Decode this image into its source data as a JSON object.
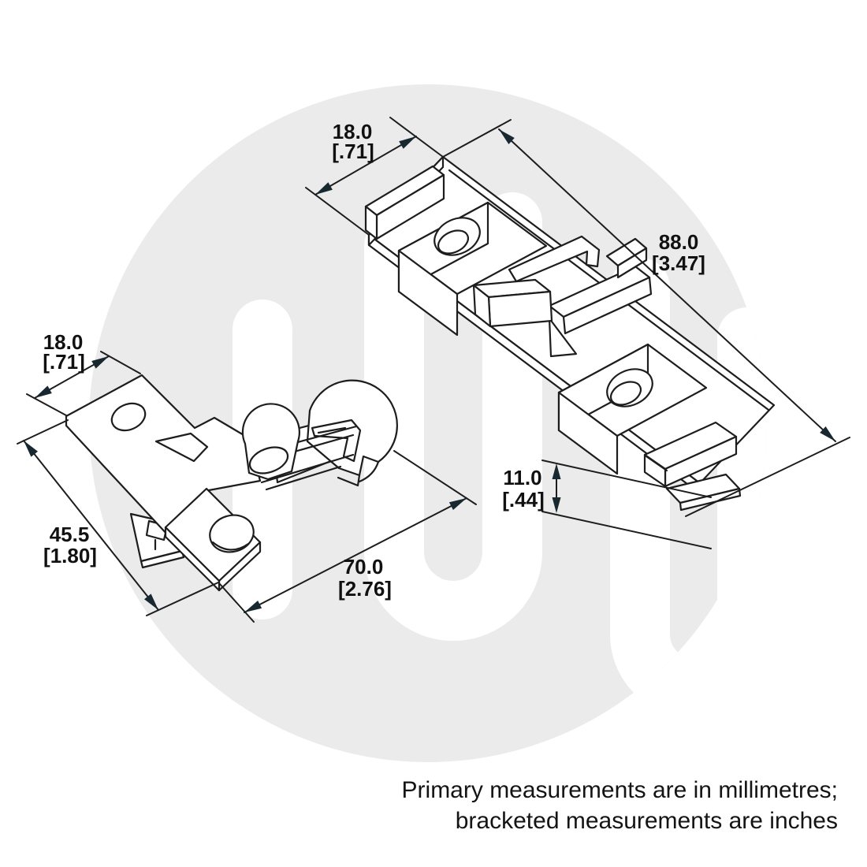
{
  "caption": {
    "line1": "Primary measurements are in millimetres;",
    "line2": "bracketed measurements are inches"
  },
  "dimensions": {
    "plate_width": {
      "mm": "18.0",
      "inch": "[.71]"
    },
    "plate_length": {
      "mm": "45.5",
      "inch": "[1.80]"
    },
    "plate_overall": {
      "mm": "70.0",
      "inch": "[2.76]"
    },
    "bracket_width": {
      "mm": "18.0",
      "inch": "[.71]"
    },
    "bracket_length": {
      "mm": "88.0",
      "inch": "[3.47]"
    },
    "bracket_height": {
      "mm": "11.0",
      "inch": "[.44]"
    }
  },
  "colors": {
    "background": "#ffffff",
    "line": "#1d1d1d",
    "arrowhead": "#182830",
    "watermark_circle": "#ebebeb",
    "watermark_logo": "#ffffff",
    "text": "#141414"
  }
}
